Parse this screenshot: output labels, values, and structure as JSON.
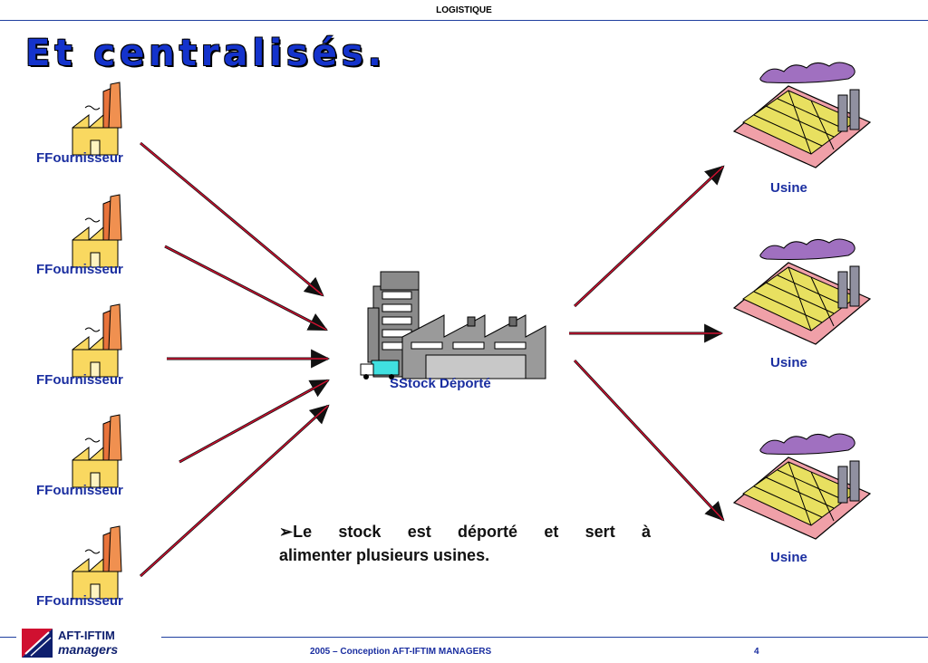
{
  "header": {
    "title": "LOGISTIQUE"
  },
  "slide": {
    "title": "Et centralisés."
  },
  "suppliers": [
    {
      "label": "FFournisseur"
    },
    {
      "label": "FFournisseur"
    },
    {
      "label": "FFournisseur"
    },
    {
      "label": "FFournisseur"
    },
    {
      "label": "FFournisseur"
    }
  ],
  "stock": {
    "label": "SStock Déporté"
  },
  "plants": [
    {
      "label": "Usine"
    },
    {
      "label": "Usine"
    },
    {
      "label": "Usine"
    }
  ],
  "note": {
    "bullet": "➢",
    "line1": "Le stock est déporté et sert à",
    "line2": "alimenter plusieurs usines."
  },
  "footer": {
    "text": "2005 – Conception AFT-IFTIM MANAGERS",
    "page": "4",
    "logo_line1": "AFT-IFTIM",
    "logo_line2": "managers"
  },
  "colors": {
    "title": "#1433cc",
    "label": "#1a2ea0",
    "arrow": "#d01030",
    "rule": "#1f3f9f"
  }
}
